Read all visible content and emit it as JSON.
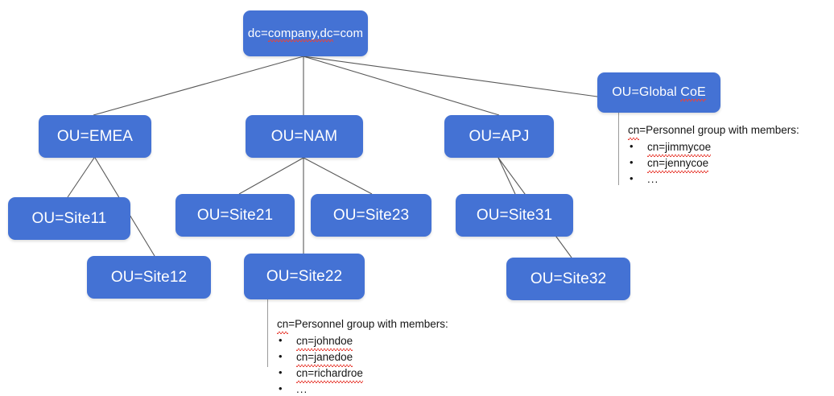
{
  "diagram": {
    "title": "LDAP directory organizational unit tree",
    "colors": {
      "node_fill": "#4472d4",
      "node_text": "#ffffff",
      "edge_line": "#595959",
      "spellcheck_underline": "#e8443a",
      "annotation_text": "#151515",
      "annotation_rule": "#9a9a9a",
      "background": "#ffffff"
    },
    "nodes": [
      {
        "id": "root",
        "label": "dc=company,dc=com",
        "misspelled": "company,dc"
      },
      {
        "id": "emea",
        "label": "OU=EMEA"
      },
      {
        "id": "nam",
        "label": "OU=NAM"
      },
      {
        "id": "apj",
        "label": "OU=APJ"
      },
      {
        "id": "coe",
        "label": "OU=Global CoE",
        "misspelled": "CoE"
      },
      {
        "id": "site11",
        "label": "OU=Site11"
      },
      {
        "id": "site12",
        "label": "OU=Site12"
      },
      {
        "id": "site21",
        "label": "OU=Site21"
      },
      {
        "id": "site22",
        "label": "OU=Site22"
      },
      {
        "id": "site23",
        "label": "OU=Site23"
      },
      {
        "id": "site31",
        "label": "OU=Site31"
      },
      {
        "id": "site32",
        "label": "OU=Site32"
      }
    ],
    "edges": [
      {
        "from": "root",
        "to": "emea"
      },
      {
        "from": "root",
        "to": "nam"
      },
      {
        "from": "root",
        "to": "apj"
      },
      {
        "from": "root",
        "to": "coe"
      },
      {
        "from": "emea",
        "to": "site11"
      },
      {
        "from": "emea",
        "to": "site12"
      },
      {
        "from": "nam",
        "to": "site21"
      },
      {
        "from": "nam",
        "to": "site22"
      },
      {
        "from": "nam",
        "to": "site23"
      },
      {
        "from": "apj",
        "to": "site31"
      },
      {
        "from": "apj",
        "to": "site32"
      }
    ],
    "annotations": {
      "site22": {
        "heading": "cn=Personnel group with members:",
        "heading_misspelled": "cn",
        "members": [
          "cn=johndoe",
          "cn=janedoe",
          "cn=richardroe",
          "..."
        ]
      },
      "coe": {
        "heading": "cn=Personnel group with members:",
        "heading_misspelled": "cn",
        "members": [
          "cn=jimmycoe",
          "cn=jennycoe",
          "..."
        ]
      }
    }
  }
}
